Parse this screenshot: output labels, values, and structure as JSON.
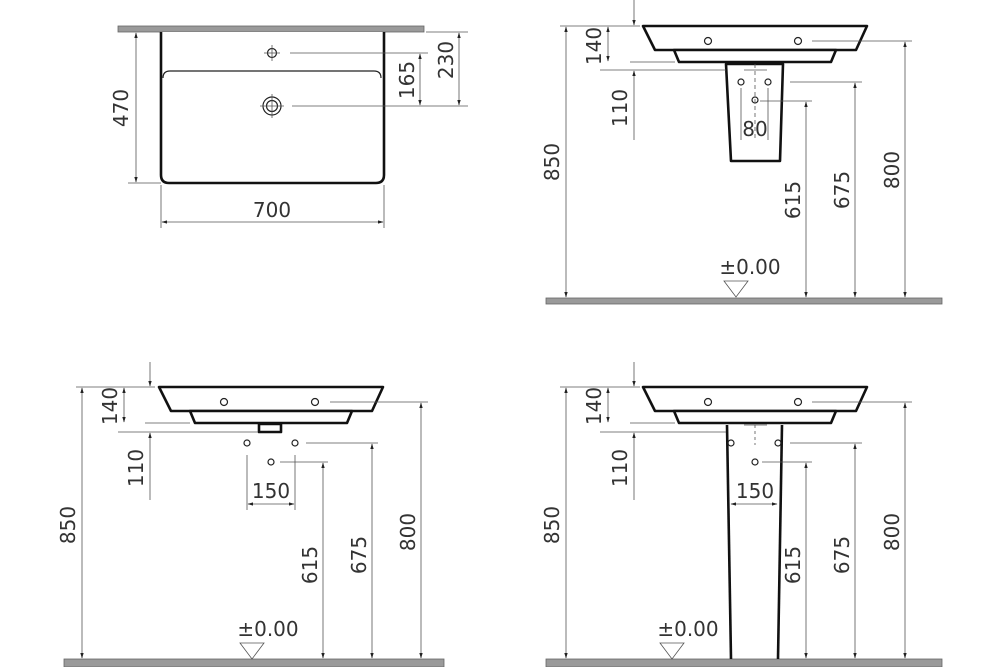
{
  "drawing": {
    "subject": "Wall-hung washbasin technical drawing",
    "views": [
      {
        "id": "top-view",
        "dimensions": {
          "width": "700",
          "depth": "470",
          "tap_hole_to_wall": "230",
          "tap_to_drain": "165"
        }
      },
      {
        "id": "front-half-pedestal",
        "dimensions": {
          "height_rim": "850",
          "height_overflow": "800",
          "height_supply": "675",
          "height_waste": "615",
          "basin_thickness": "140",
          "bowl_depth": "110",
          "pedestal_width": "80",
          "floor_level": "±0.00"
        }
      },
      {
        "id": "front-wall-hung",
        "dimensions": {
          "height_rim": "850",
          "height_overflow": "800",
          "height_supply": "675",
          "height_waste": "615",
          "basin_thickness": "140",
          "bowl_depth": "110",
          "supply_spacing": "150",
          "floor_level": "±0.00"
        }
      },
      {
        "id": "front-full-pedestal",
        "dimensions": {
          "height_rim": "850",
          "height_overflow": "800",
          "height_supply": "675",
          "height_waste": "615",
          "basin_thickness": "140",
          "bowl_depth": "110",
          "supply_spacing": "150",
          "floor_level": "±0.00"
        }
      }
    ]
  },
  "labels": {
    "v1": {
      "w": "700",
      "d": "470",
      "a": "230",
      "b": "165"
    },
    "v2": {
      "h850": "850",
      "h800": "800",
      "h675": "675",
      "h615": "615",
      "h140": "140",
      "h110": "110",
      "w80": "80",
      "floor": "±0.00"
    },
    "v3": {
      "h850": "850",
      "h800": "800",
      "h675": "675",
      "h615": "615",
      "h140": "140",
      "h110": "110",
      "w150": "150",
      "floor": "±0.00"
    },
    "v4": {
      "h850": "850",
      "h800": "800",
      "h675": "675",
      "h615": "615",
      "h140": "140",
      "h110": "110",
      "w150": "150",
      "floor": "±0.00"
    }
  }
}
